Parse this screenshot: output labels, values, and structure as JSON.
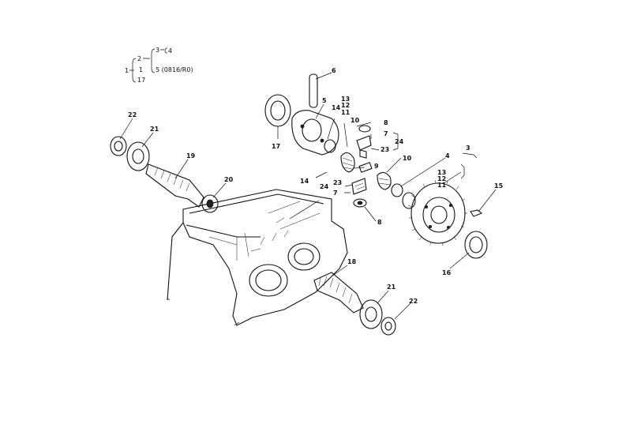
{
  "legend": {
    "root": "1",
    "l1a": "2",
    "l1b": "1",
    "l1c": "17",
    "l2a": "3",
    "l2b": "4",
    "l3": "5 (0816/R0)"
  },
  "callouts": {
    "c22_left": "22",
    "c21_left": "21",
    "c19": "19",
    "c20": "20",
    "c17": "17",
    "c6": "6",
    "c5": "5",
    "c13a": "13",
    "c12a": "12",
    "c11a": "11",
    "c14a": "14",
    "c10a": "10",
    "c8a": "8",
    "c7a": "7",
    "c24a": "24",
    "c23a": "23",
    "c9": "9",
    "c10b": "10",
    "c14b": "14",
    "c24b": "24",
    "c23b": "23",
    "c7b": "7",
    "c8b": "8",
    "c4": "4",
    "c3": "3",
    "c13b": "13",
    "c12b": "12",
    "c11b": "11",
    "c15": "15",
    "c16": "16",
    "c18": "18",
    "c21_right": "21",
    "c22_right": "22"
  }
}
